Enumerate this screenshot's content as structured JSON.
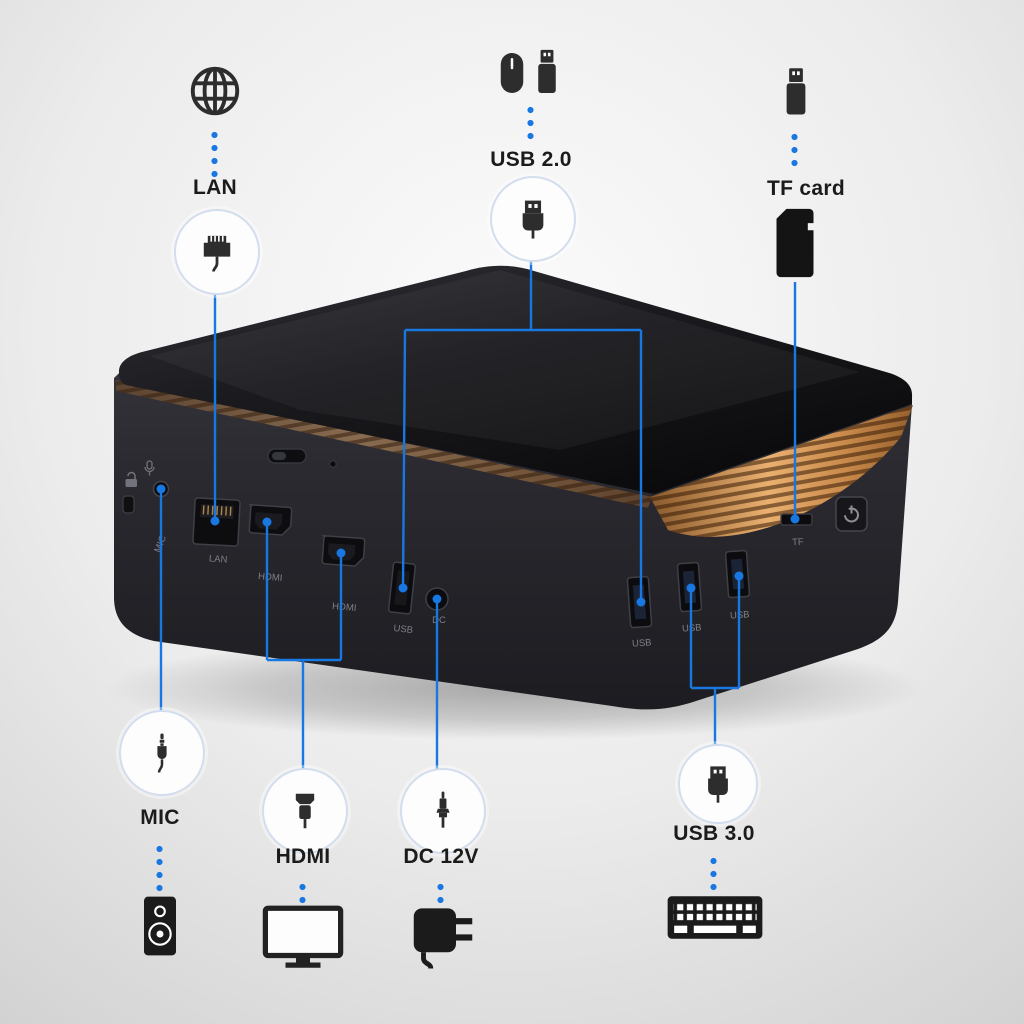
{
  "colors": {
    "accent_blue": "#1877e0",
    "background_light": "#fbfbfb",
    "background_dark": "#cdcdcd",
    "device_body": "#2e2e34",
    "device_top": "#17171a",
    "copper": "#c08448",
    "label_text": "#1b1b1b"
  },
  "callouts": {
    "lan": {
      "label": "LAN"
    },
    "usb20": {
      "label": "USB 2.0"
    },
    "tf": {
      "label": "TF card"
    },
    "mic": {
      "label": "MIC"
    },
    "hdmi": {
      "label": "HDMI"
    },
    "dc": {
      "label": "DC 12V"
    },
    "usb30": {
      "label": "USB 3.0"
    }
  },
  "device": {
    "port_labels": {
      "mic": "MIC",
      "lan": "LAN",
      "hdmi1": "HDMI",
      "hdmi2": "HDMI",
      "usb_front": "USB",
      "dc": "DC",
      "usb_right1": "USB",
      "usb_right2": "USB",
      "usb_right3": "USB",
      "tf": "TF"
    }
  },
  "icons": {
    "lan_top": "globe-icon",
    "usb20_top_left": "mouse-icon",
    "usb20_top_right": "usb-drive-icon",
    "tf_top": "usb-drive-icon",
    "tf_card": "microsd-card-icon",
    "lan_circle": "ethernet-plug-icon",
    "usb_circle": "usb-plug-icon",
    "mic_circle": "audio-jack-icon",
    "hdmi_circle": "hdmi-plug-icon",
    "dc_circle": "dc-plug-icon",
    "mic_bottom": "speaker-icon",
    "hdmi_bottom": "monitor-icon",
    "dc_bottom": "power-adapter-icon",
    "usb30_bottom": "keyboard-icon",
    "power_button": "power-icon",
    "kensington": "lock-icon"
  }
}
